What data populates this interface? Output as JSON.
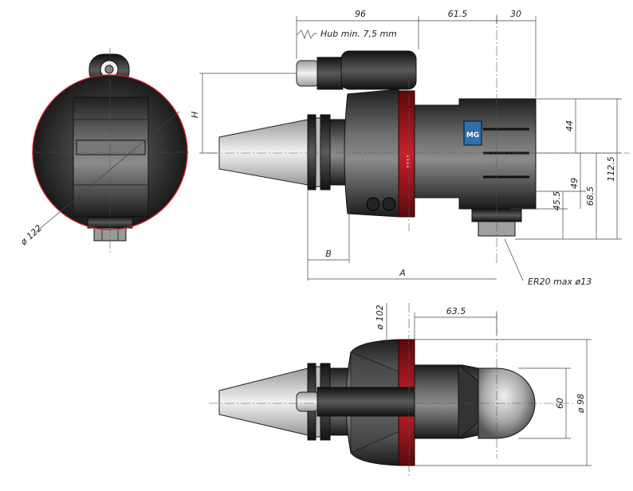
{
  "colors": {
    "ring_accent": "#b3121c",
    "circle_outline": "#d8202a",
    "body_dark": "#2a2a2a",
    "body_light": "#8a8a8a",
    "cone_light": "#e6e6e6",
    "logo_blue": "#2f6fb0"
  },
  "dimensions": {
    "top_96": "96",
    "top_61_5": "61.5",
    "top_30": "30",
    "stroke_note": "Hub min. 7,5 mm",
    "H": "H",
    "d44": "44",
    "d49": "49",
    "d45_5": "45.5",
    "d68_5": "68.5",
    "d112_5": "112.5",
    "B": "B",
    "A": "A",
    "collet_note": "ER20  max  ø13",
    "dia122": "ø 122",
    "dia102": "ø 102",
    "d63_5": "63.5",
    "d60": "60",
    "dia98": "ø 98"
  },
  "side_label": "ℹ 1:1 ℹ",
  "logo": {
    "text": "MG"
  }
}
